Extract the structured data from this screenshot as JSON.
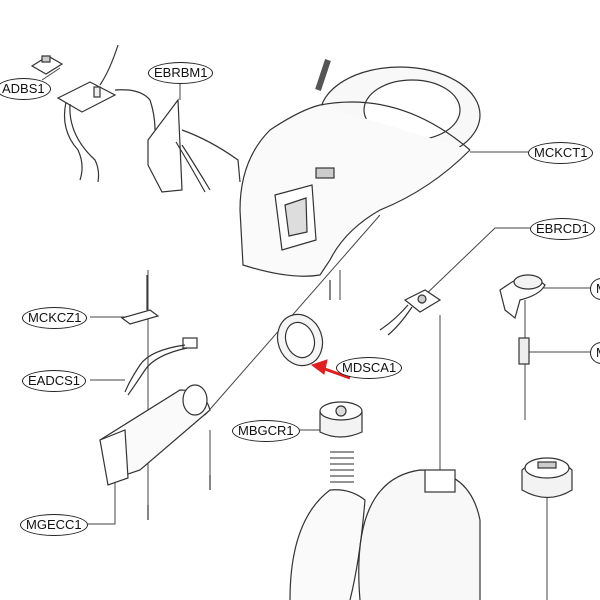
{
  "diagram": {
    "type": "exploded-parts-diagram",
    "labels": {
      "adbs1": "ADBS1",
      "ebrbm1": "EBRBM1",
      "mckct1": "MCKCT1",
      "ebrcd1": "EBRCD1",
      "right_top": "M",
      "right_bottom": "M",
      "mckcz1": "MCKCZ1",
      "eadcs1": "EADCS1",
      "mdsca1": "MDSCA1",
      "mbgcr1": "MBGCR1",
      "mgecc1": "MGECC1"
    },
    "highlight_color": "#e02020",
    "highlighted_part": "MDSCA1"
  }
}
